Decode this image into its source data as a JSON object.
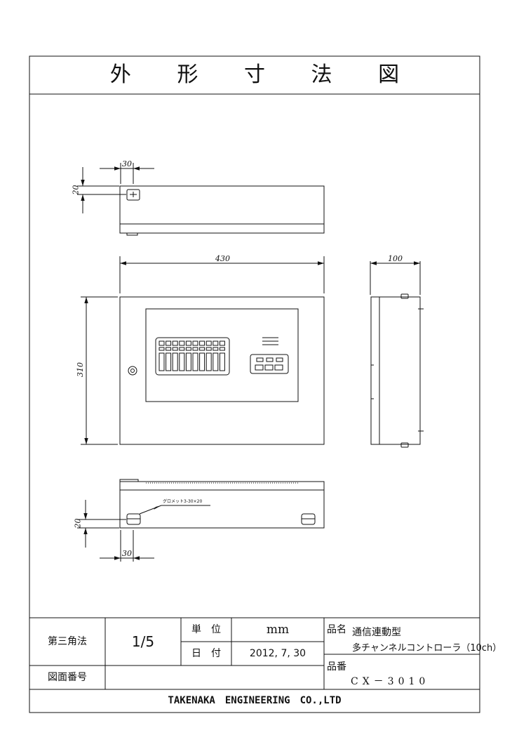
{
  "title": "外 形 寸 法 図",
  "dimensions": {
    "top_width": "30",
    "top_height": "20",
    "width": "430",
    "depth": "100",
    "height": "310",
    "bottom_height": "20",
    "bottom_width": "30",
    "grommet_note": "グロメット3-30×20"
  },
  "title_block": {
    "projection": "第三角法",
    "scale": "1/5",
    "unit_label": "単　位",
    "unit_value": "mm",
    "date_label": "日　付",
    "date_value": "2012, 7, 30",
    "product_name_label": "品名",
    "product_name_line1": "通信連動型",
    "product_name_line2": "多チャンネルコントローラ（10ch）",
    "drawing_number_label": "図面番号",
    "product_number_label": "品番",
    "product_number_value": "CX－3010",
    "company": "TAKENAKA　ENGINEERING　CO.,LTD"
  }
}
